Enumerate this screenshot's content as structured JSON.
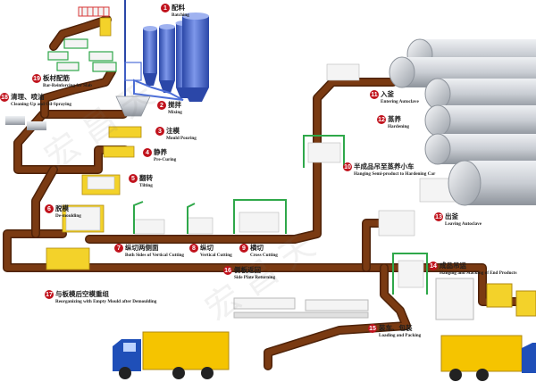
{
  "colors": {
    "track": "#7a3a12",
    "track_edge": "#4e2208",
    "badge": "#c0121c",
    "mould_yellow": "#f3d22a",
    "mould_edge": "#b08a10",
    "frame_green": "#2fa84a",
    "silo_blue": "#4d6fd8",
    "silo_dark": "#2b47a8",
    "silver": "#c9cdd3",
    "silver_dark": "#8d939b",
    "truck_blue": "#1f4fb8",
    "cargo_yellow": "#f5c400",
    "block_white": "#f4f4f4",
    "block_grey": "#b9b9b9",
    "rebar_red": "#d83a3a"
  },
  "steps": [
    {
      "n": "1",
      "cn": "配料",
      "en": "Batching"
    },
    {
      "n": "2",
      "cn": "搅拌",
      "en": "Mixing"
    },
    {
      "n": "3",
      "cn": "注模",
      "en": "Mould Pouring"
    },
    {
      "n": "4",
      "cn": "静养",
      "en": "Pre-Curing"
    },
    {
      "n": "5",
      "cn": "翻转",
      "en": "Tilting"
    },
    {
      "n": "6",
      "cn": "脱模",
      "en": "De-moulding"
    },
    {
      "n": "7",
      "cn": "纵切两侧面",
      "en": "Both Sides of Vertical Cutting"
    },
    {
      "n": "8",
      "cn": "纵切",
      "en": "Vertical Cutting"
    },
    {
      "n": "9",
      "cn": "横切",
      "en": "Cross Cutting"
    },
    {
      "n": "10",
      "cn": "半成品吊至蒸养小车",
      "en": "Hanging Semi-product to Hardening Car"
    },
    {
      "n": "11",
      "cn": "入釜",
      "en": "Entering Autoclave"
    },
    {
      "n": "12",
      "cn": "蒸养",
      "en": "Hardening"
    },
    {
      "n": "13",
      "cn": "出釜",
      "en": "Leaving Autoclave"
    },
    {
      "n": "14",
      "cn": "成品吊运",
      "en": "Hanging and Stacking of End Products"
    },
    {
      "n": "15",
      "cn": "装车、包装",
      "en": "Loading and Packing"
    },
    {
      "n": "16",
      "cn": "侧板返回",
      "en": "Side Plate Returning"
    },
    {
      "n": "17",
      "cn": "与板模后空模重组",
      "en": "Reorganizing with Empty Mould after Demoulding"
    },
    {
      "n": "18",
      "cn": "清理、喷油",
      "en": "Cleaning-Up and Oil-Spraying"
    },
    {
      "n": "19",
      "cn": "板材配筋",
      "en": "Bar-Reinforcing for Slab"
    }
  ],
  "watermark": "宏  昌  天"
}
